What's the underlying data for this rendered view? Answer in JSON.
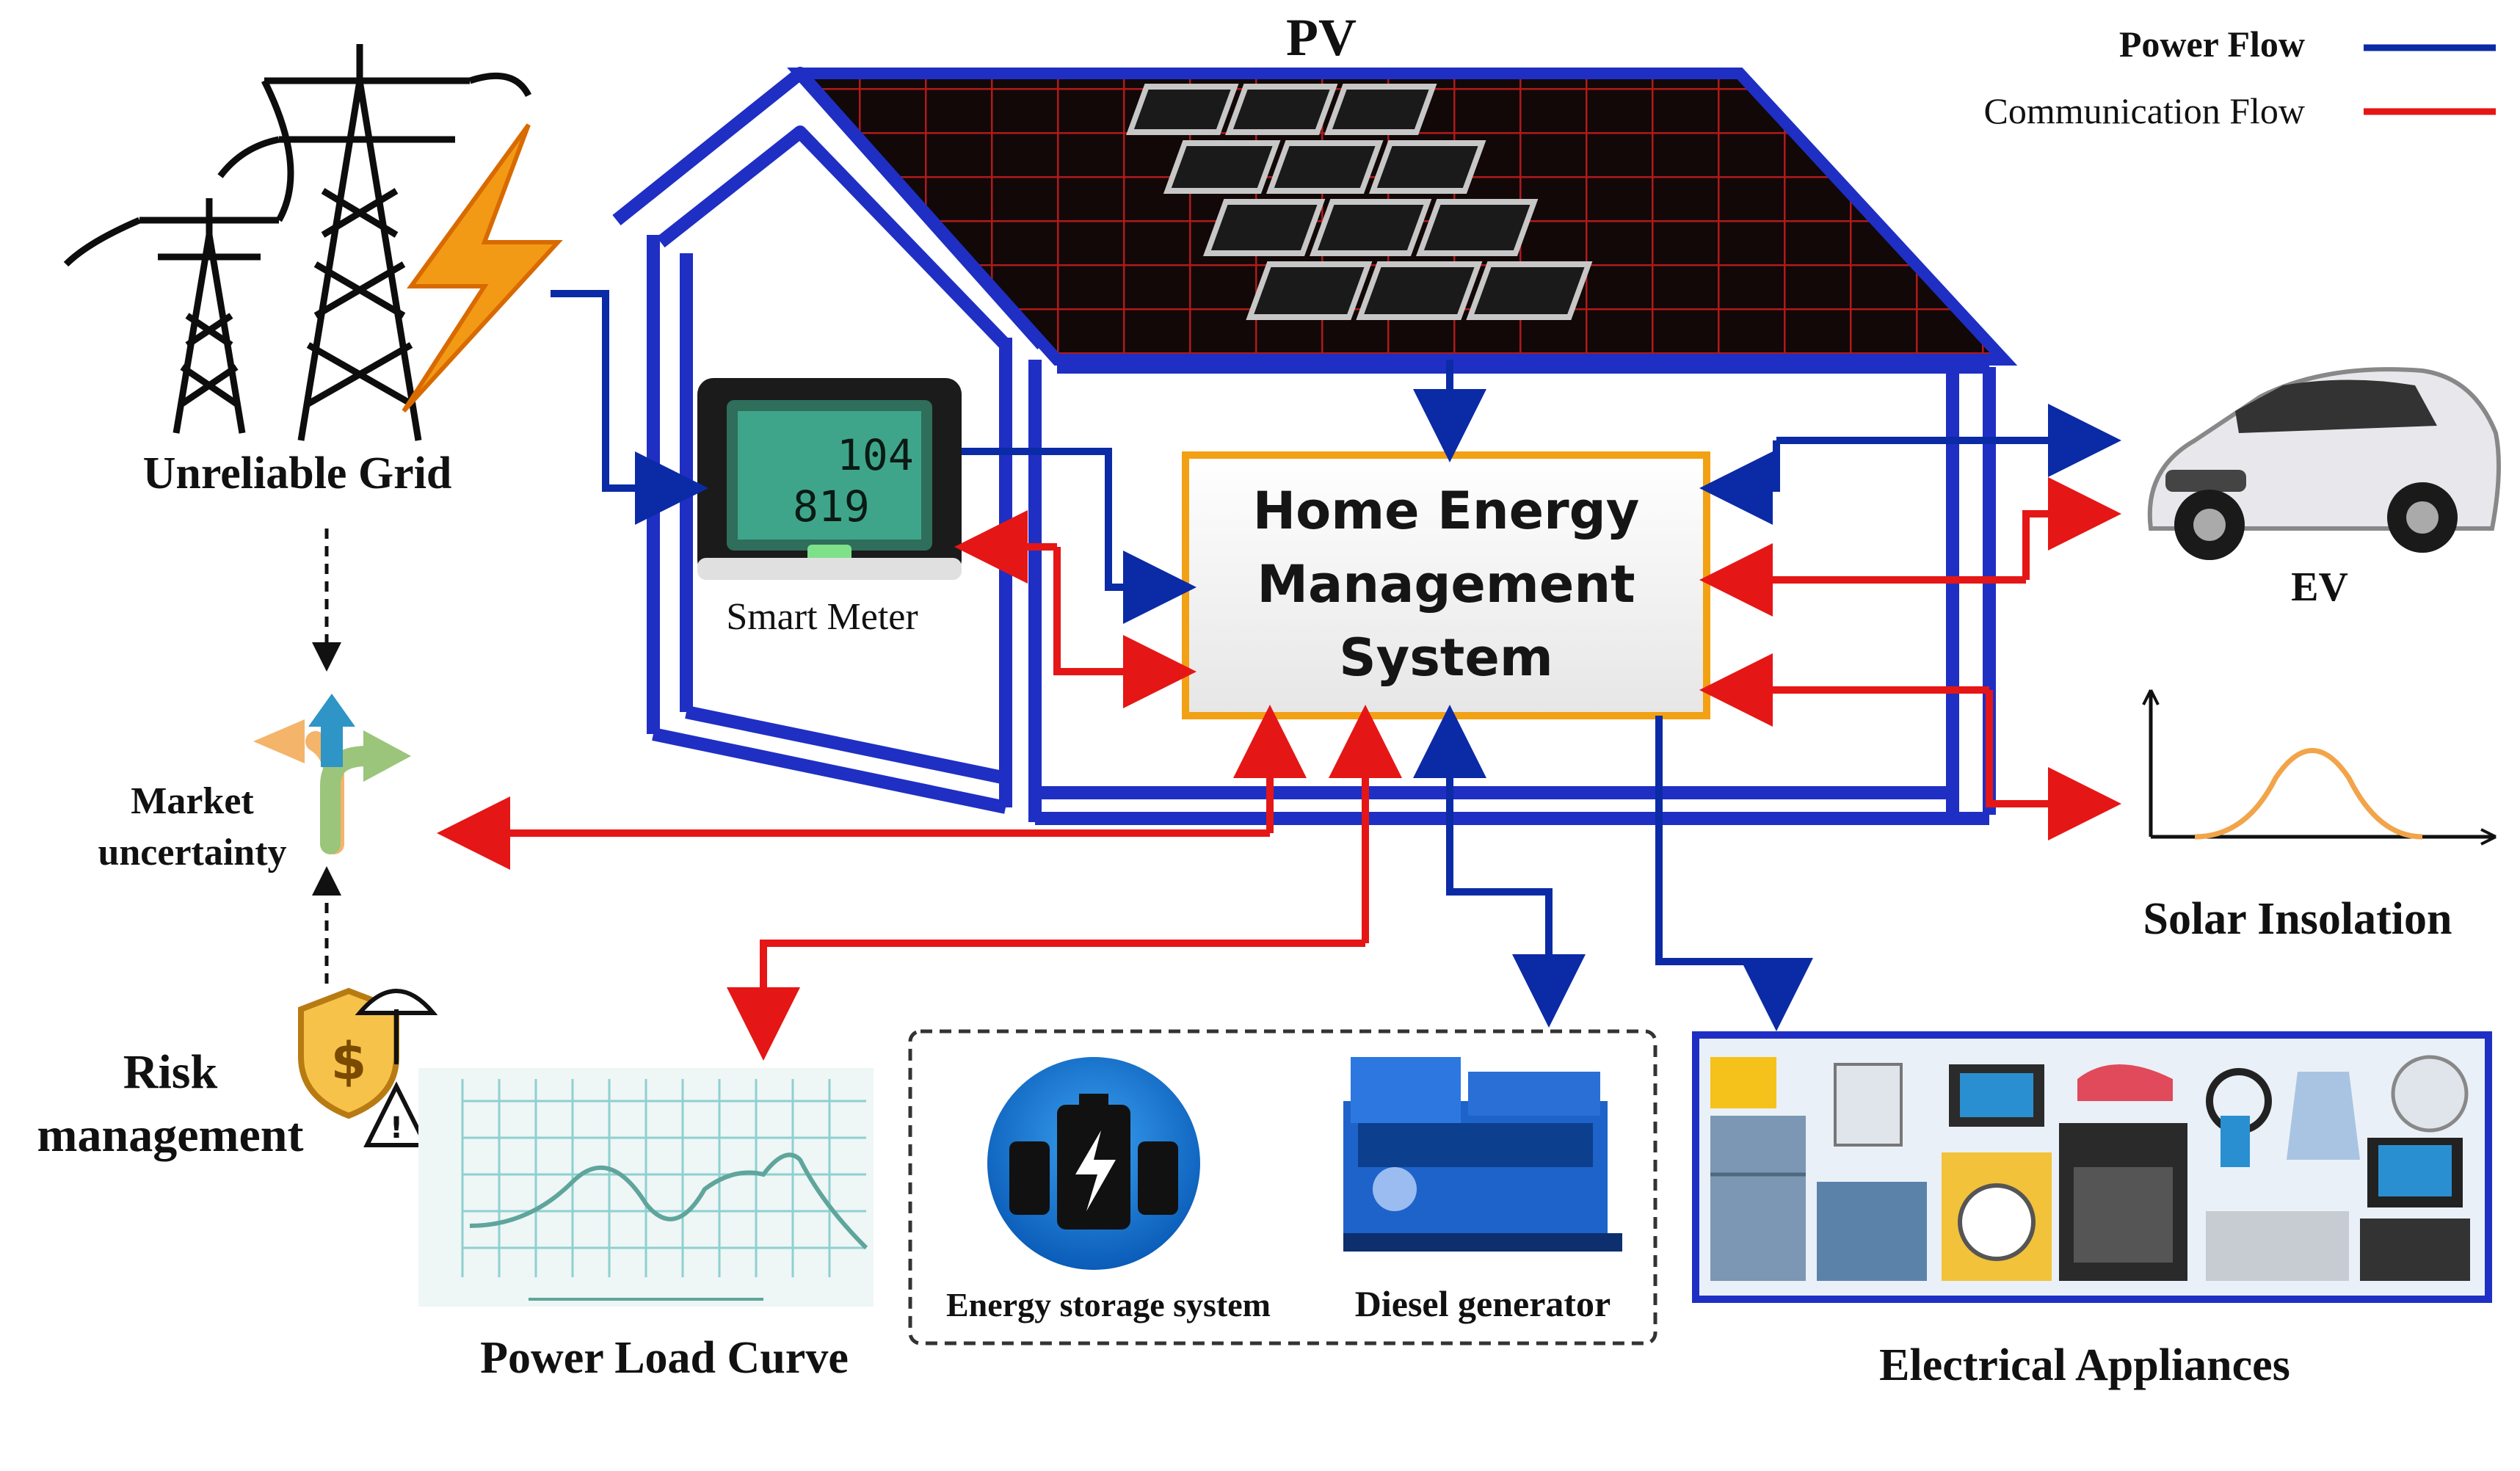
{
  "legend": {
    "power_flow": "Power Flow",
    "communication_flow": "Communication Flow"
  },
  "colors": {
    "power": "#0b2aa6",
    "communication": "#e51616",
    "house": "#1f2fc4",
    "hems_border": "#f2a114"
  },
  "labels": {
    "pv": "PV",
    "grid": "Unreliable Grid",
    "smart_meter": "Smart Meter",
    "hems_line1": "Home Energy",
    "hems_line2": "Management",
    "hems_line3": "System",
    "ev": "EV",
    "solar": "Solar Insolation",
    "market_line1": "Market",
    "market_line2": "uncertainty",
    "risk_line1": "Risk",
    "risk_line2": "management",
    "load_curve": "Power Load Curve",
    "ess": "Energy storage system",
    "diesel": "Diesel generator",
    "appliances": "Electrical Appliances"
  },
  "meter_display": {
    "reading_top": "104",
    "reading_bottom": "819"
  },
  "icons": [
    "transmission-tower-icon",
    "lightning-bolt-icon",
    "solar-panel-icon",
    "smart-meter-icon",
    "car-icon",
    "bell-curve-chart-icon",
    "directions-arrows-icon",
    "shield-dollar-icon",
    "line-chart-icon",
    "battery-icon",
    "diesel-generator-icon",
    "home-appliances-icon"
  ]
}
